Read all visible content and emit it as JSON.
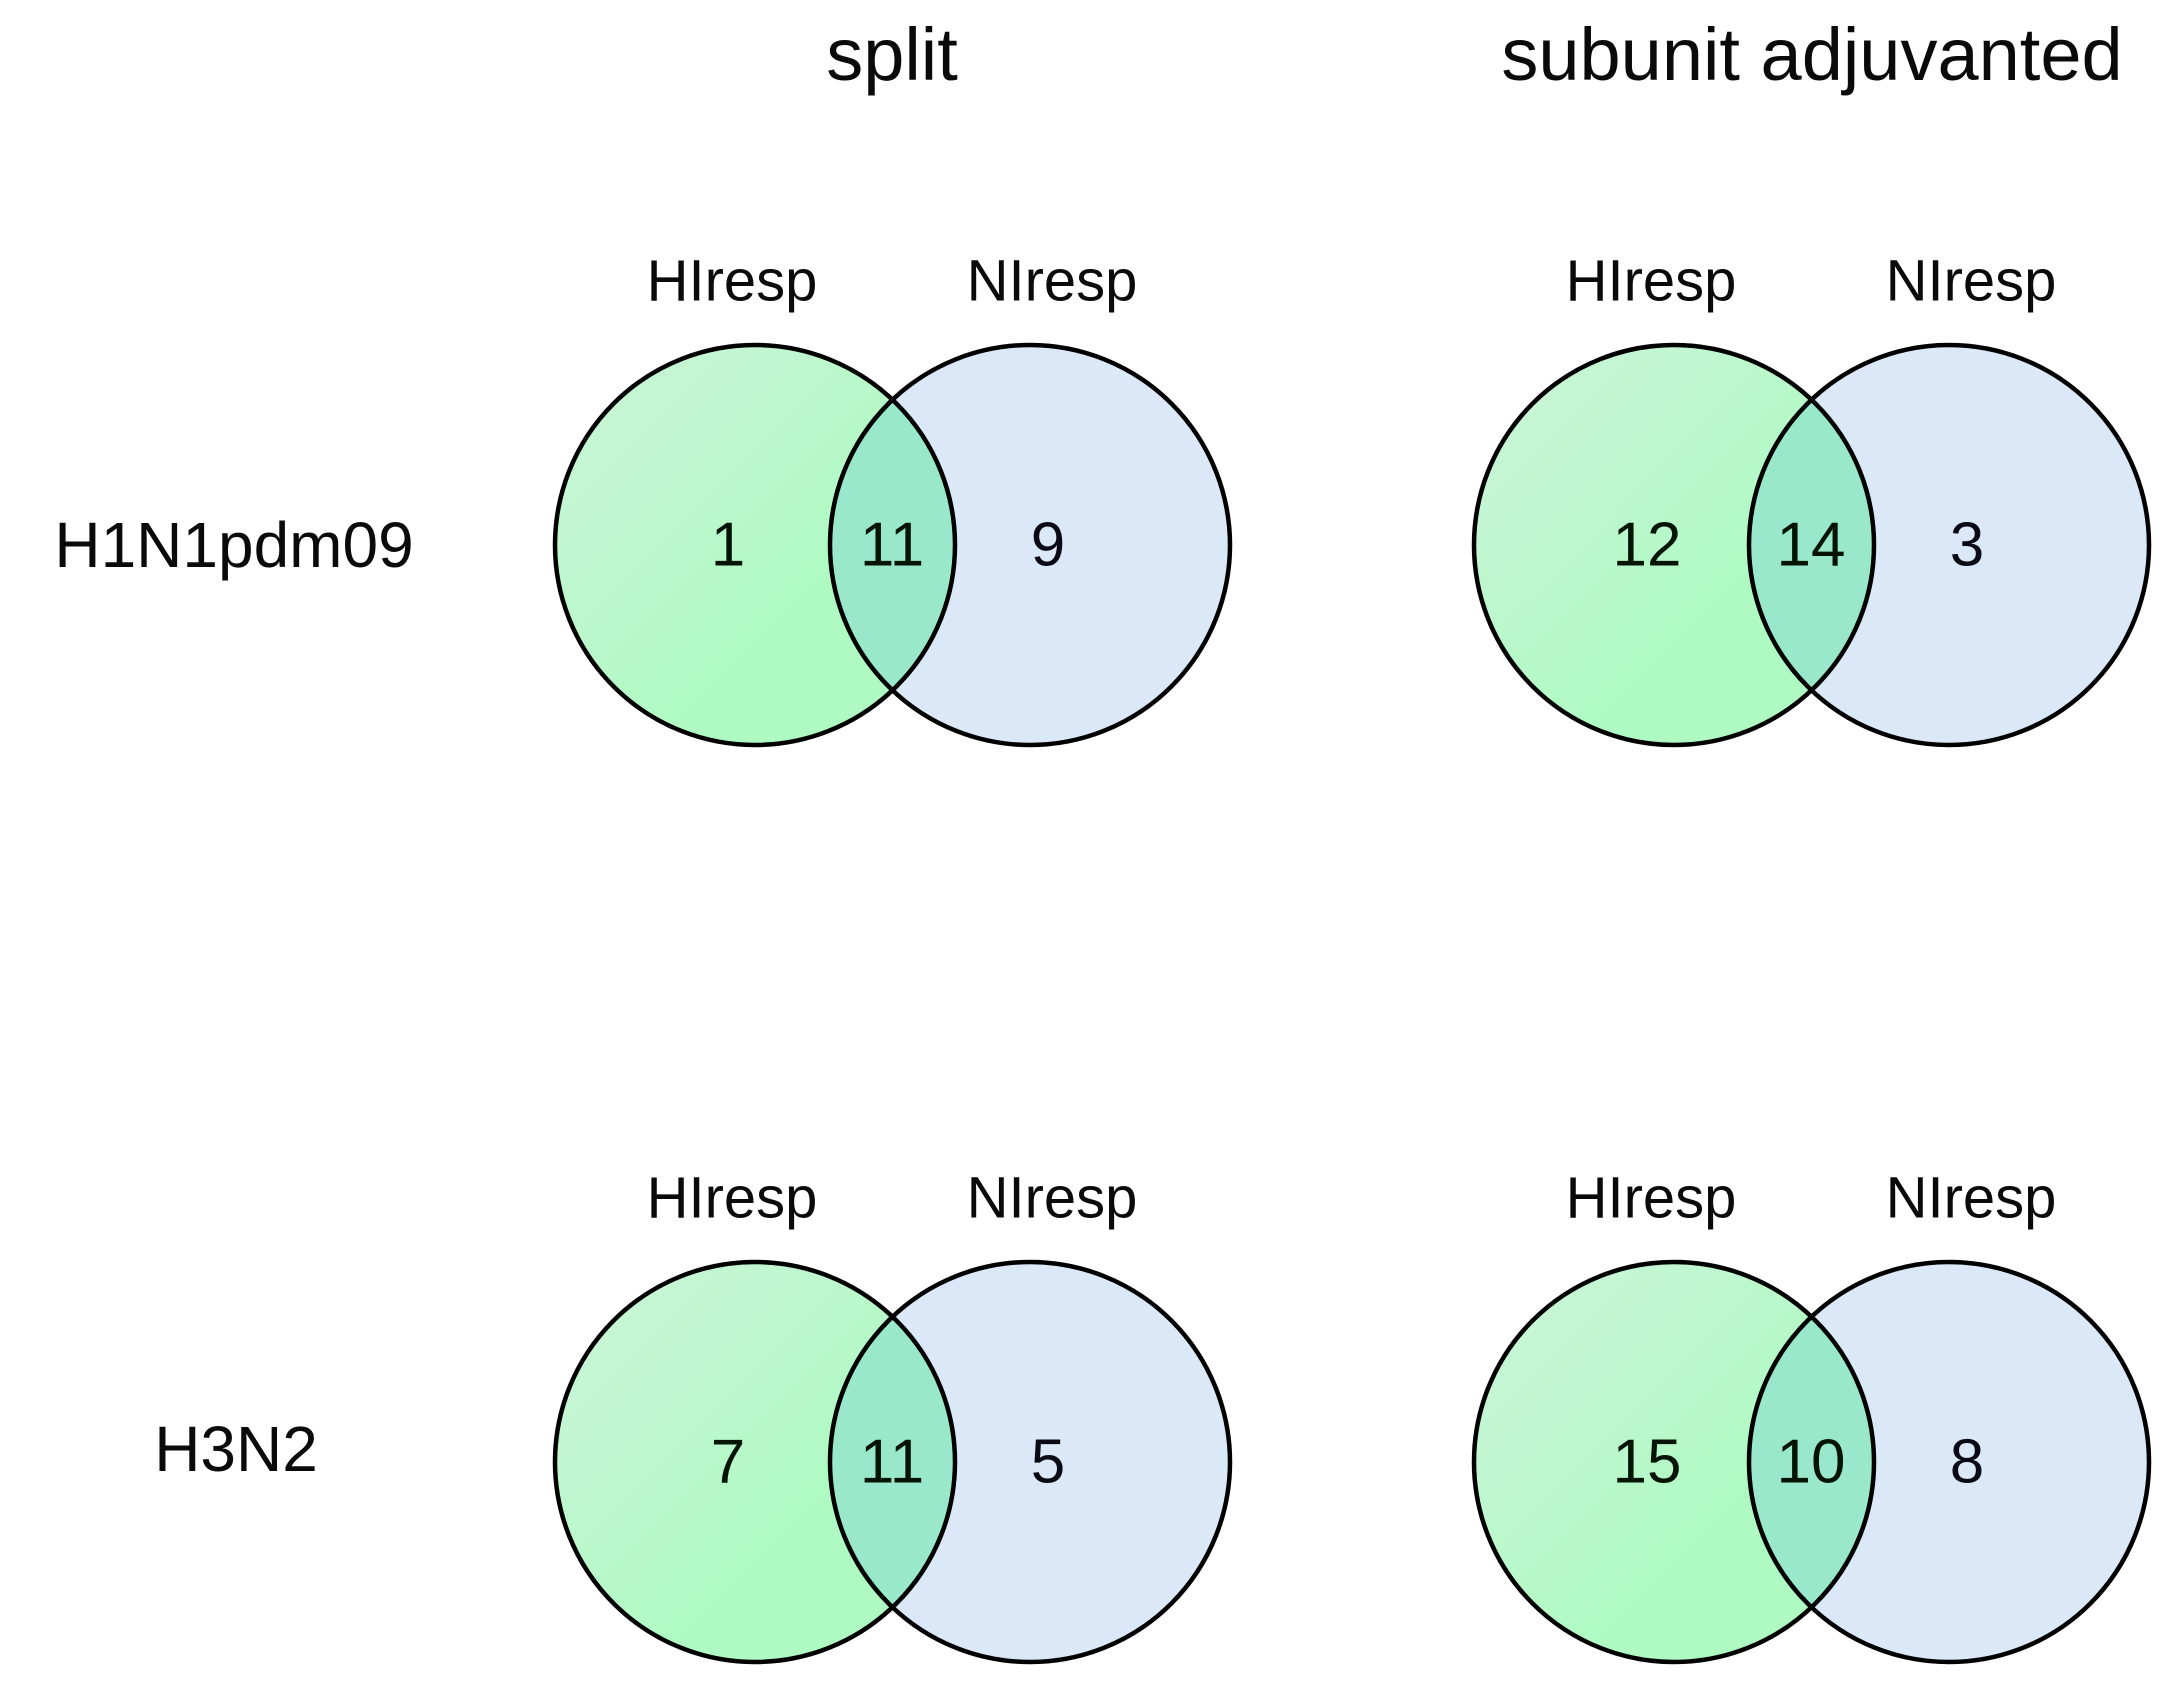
{
  "figure": {
    "column_headers": [
      "split",
      "subunit adjuvanted"
    ],
    "row_labels": [
      "H1N1pdm09",
      "H3N2"
    ]
  },
  "colors": {
    "hi_fill": "#aefac2",
    "hi_fill_light": "#cdf4da",
    "ni_fill": "#dbe8f7",
    "overlap_fill": "#99e8cb",
    "outline": "#000000"
  },
  "venns": [
    {
      "row_label": "H1N1pdm09",
      "column_header": "split",
      "left_set": "HIresp",
      "right_set": "NIresp",
      "left_only": "1",
      "overlap": "11",
      "right_only": "9"
    },
    {
      "row_label": "H1N1pdm09",
      "column_header": "subunit adjuvanted",
      "left_set": "HIresp",
      "right_set": "NIresp",
      "left_only": "12",
      "overlap": "14",
      "right_only": "3"
    },
    {
      "row_label": "H3N2",
      "column_header": "split",
      "left_set": "HIresp",
      "right_set": "NIresp",
      "left_only": "7",
      "overlap": "11",
      "right_only": "5"
    },
    {
      "row_label": "H3N2",
      "column_header": "subunit adjuvanted",
      "left_set": "HIresp",
      "right_set": "NIresp",
      "left_only": "15",
      "overlap": "10",
      "right_only": "8"
    }
  ],
  "chart_data": {
    "type": "venn",
    "sets": [
      "HIresp",
      "NIresp"
    ],
    "panels": [
      {
        "row": "H1N1pdm09",
        "column": "split",
        "HIresp_only": 1,
        "intersection": 11,
        "NIresp_only": 9
      },
      {
        "row": "H1N1pdm09",
        "column": "subunit adjuvanted",
        "HIresp_only": 12,
        "intersection": 14,
        "NIresp_only": 3
      },
      {
        "row": "H3N2",
        "column": "split",
        "HIresp_only": 7,
        "intersection": 11,
        "NIresp_only": 5
      },
      {
        "row": "H3N2",
        "column": "subunit adjuvanted",
        "HIresp_only": 15,
        "intersection": 10,
        "NIresp_only": 8
      }
    ]
  }
}
